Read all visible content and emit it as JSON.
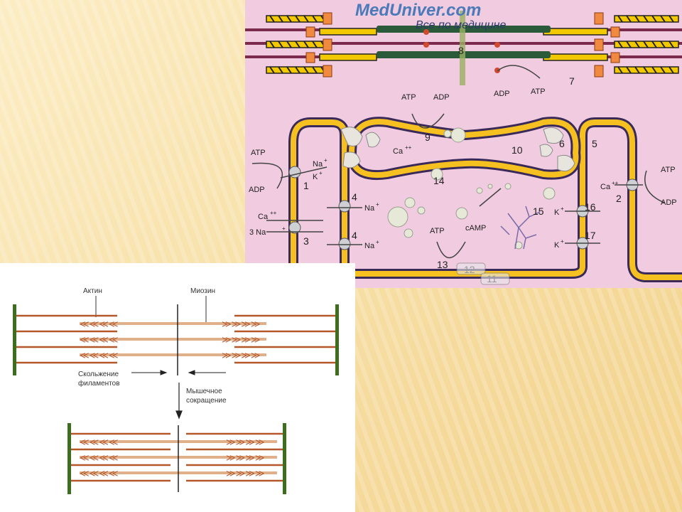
{
  "watermark": {
    "site": "MedUniver.com",
    "tagline": "Все по медицине"
  },
  "top_diagram": {
    "atp": "ATP",
    "adp": "ADP",
    "na": "Na",
    "k": "K",
    "ca": "Ca",
    "camp": "cAMP",
    "three_na": "3 Na",
    "plus": "+",
    "plusplus": "++",
    "numbers": [
      "1",
      "2",
      "3",
      "4",
      "5",
      "6",
      "7",
      "8",
      "9",
      "10",
      "11",
      "12",
      "13",
      "14",
      "15",
      "16",
      "17"
    ]
  },
  "bottom_diagram": {
    "actin_label": "Актин",
    "myosin_label": "Миозин",
    "sliding_line1": "Скольжение",
    "sliding_line2": "филаментов",
    "contraction_line1": "Мышечное",
    "contraction_line2": "сокращение"
  },
  "colors": {
    "membrane_yellow": "#f5c020",
    "membrane_dark": "#3a2a5a",
    "cytoplasm_pink": "#f1cbe0",
    "actin_brown": "#b4582c",
    "zline_green": "#3c6e1e"
  }
}
